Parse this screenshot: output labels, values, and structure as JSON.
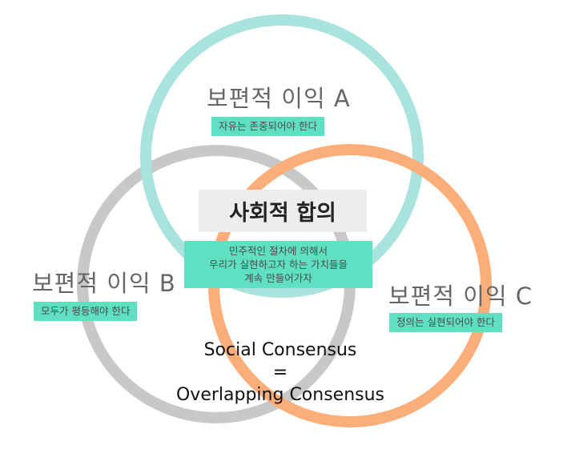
{
  "circles": [
    {
      "name": "circle-a",
      "color": "#a8e3dd"
    },
    {
      "name": "circle-b",
      "color": "#c8c8c8"
    },
    {
      "name": "circle-c",
      "color": "#fcae7a"
    }
  ],
  "interest_a": {
    "title": "보편적 이익 A",
    "tag": "자유는 존중되어야 한다"
  },
  "interest_b": {
    "title": "보편적 이익 B",
    "tag": "모두가 평등해야 한다"
  },
  "interest_c": {
    "title": "보편적 이익 C",
    "tag": "정의는 실현되어야 한다"
  },
  "center": {
    "title": "사회적 합의",
    "desc_line1": "민주적인 절차에 의해서",
    "desc_line2": "우리가 실현하고자 하는 가치들을",
    "desc_line3": "계속 만들어가자"
  },
  "bottom": {
    "line1": "Social Consensus",
    "line2": "=",
    "line3": "Overlapping Consensus"
  }
}
